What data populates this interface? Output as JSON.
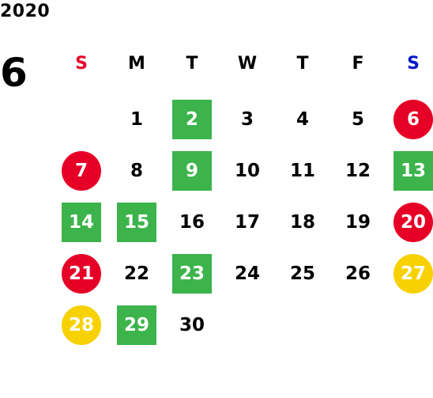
{
  "year": "2020",
  "month": "6",
  "weekdays": [
    {
      "label": "S",
      "color": "#e60026"
    },
    {
      "label": "M",
      "color": "#000000"
    },
    {
      "label": "T",
      "color": "#000000"
    },
    {
      "label": "W",
      "color": "#000000"
    },
    {
      "label": "T",
      "color": "#000000"
    },
    {
      "label": "F",
      "color": "#000000"
    },
    {
      "label": "S",
      "color": "#0019c7"
    }
  ],
  "legend_colors": {
    "green": "#3cb44b",
    "red": "#e60026",
    "yellow": "#f7d100"
  },
  "weeks": [
    [
      null,
      {
        "day": "1",
        "mark": "none"
      },
      {
        "day": "2",
        "mark": "green"
      },
      {
        "day": "3",
        "mark": "none"
      },
      {
        "day": "4",
        "mark": "none"
      },
      {
        "day": "5",
        "mark": "none"
      },
      {
        "day": "6",
        "mark": "red"
      }
    ],
    [
      {
        "day": "7",
        "mark": "red"
      },
      {
        "day": "8",
        "mark": "none"
      },
      {
        "day": "9",
        "mark": "green"
      },
      {
        "day": "10",
        "mark": "none"
      },
      {
        "day": "11",
        "mark": "none"
      },
      {
        "day": "12",
        "mark": "none"
      },
      {
        "day": "13",
        "mark": "green"
      }
    ],
    [
      {
        "day": "14",
        "mark": "green"
      },
      {
        "day": "15",
        "mark": "green"
      },
      {
        "day": "16",
        "mark": "none"
      },
      {
        "day": "17",
        "mark": "none"
      },
      {
        "day": "18",
        "mark": "none"
      },
      {
        "day": "19",
        "mark": "none"
      },
      {
        "day": "20",
        "mark": "red"
      }
    ],
    [
      {
        "day": "21",
        "mark": "red"
      },
      {
        "day": "22",
        "mark": "none"
      },
      {
        "day": "23",
        "mark": "green"
      },
      {
        "day": "24",
        "mark": "none"
      },
      {
        "day": "25",
        "mark": "none"
      },
      {
        "day": "26",
        "mark": "none"
      },
      {
        "day": "27",
        "mark": "yellow"
      }
    ],
    [
      {
        "day": "28",
        "mark": "yellow"
      },
      {
        "day": "29",
        "mark": "green"
      },
      {
        "day": "30",
        "mark": "none"
      },
      null,
      null,
      null,
      null
    ]
  ]
}
